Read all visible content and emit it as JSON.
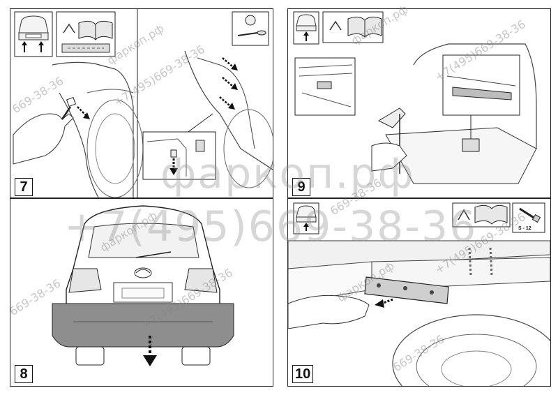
{
  "steps": [
    {
      "number": "7"
    },
    {
      "number": "8"
    },
    {
      "number": "9"
    },
    {
      "number": "10"
    }
  ],
  "tools": {
    "socket_size": "S - 12"
  },
  "watermarks": {
    "site": "фаркоп.рф",
    "phone": "+7(495)669-38-36",
    "phone_alt": "669-38-36",
    "large_site": "фаркоп.рф",
    "large_phone": "+7(495)669-38-36"
  }
}
